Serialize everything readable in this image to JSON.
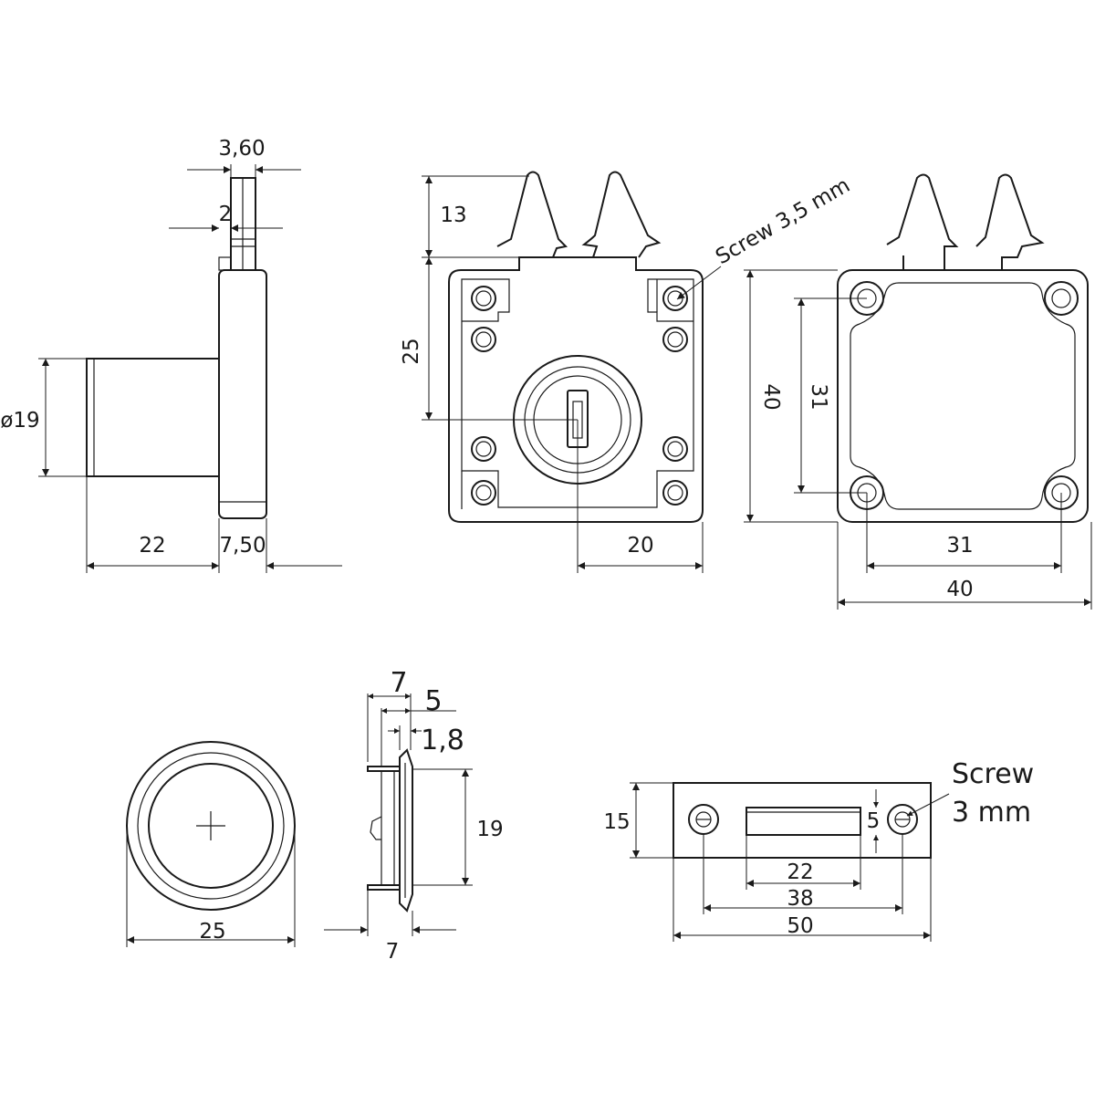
{
  "title": "Cabinet lock technical drawing",
  "side_view": {
    "bolt_width": "3,60",
    "bolt_offset": "2",
    "cylinder_diameter": "ø19",
    "cylinder_length": "22",
    "plate_thickness": "7,50"
  },
  "front_view": {
    "bolt_height": "13",
    "key_center_height": "25",
    "key_center_offset": "20",
    "screw_note": "Screw 3,5 mm"
  },
  "back_view": {
    "height": "40",
    "hole_spacing_v": "31",
    "hole_spacing_h": "31",
    "width": "40"
  },
  "rosette_view": {
    "diameter": "25"
  },
  "rosette_side": {
    "total": "7",
    "flange": "5",
    "lip": "1,8",
    "height": "19",
    "depth": "7"
  },
  "strike_plate": {
    "height": "15",
    "slot_height": "5",
    "slot_width": "22",
    "hole_spacing": "38",
    "length": "50",
    "screw_label": "Screw",
    "screw_size": "3 mm"
  }
}
